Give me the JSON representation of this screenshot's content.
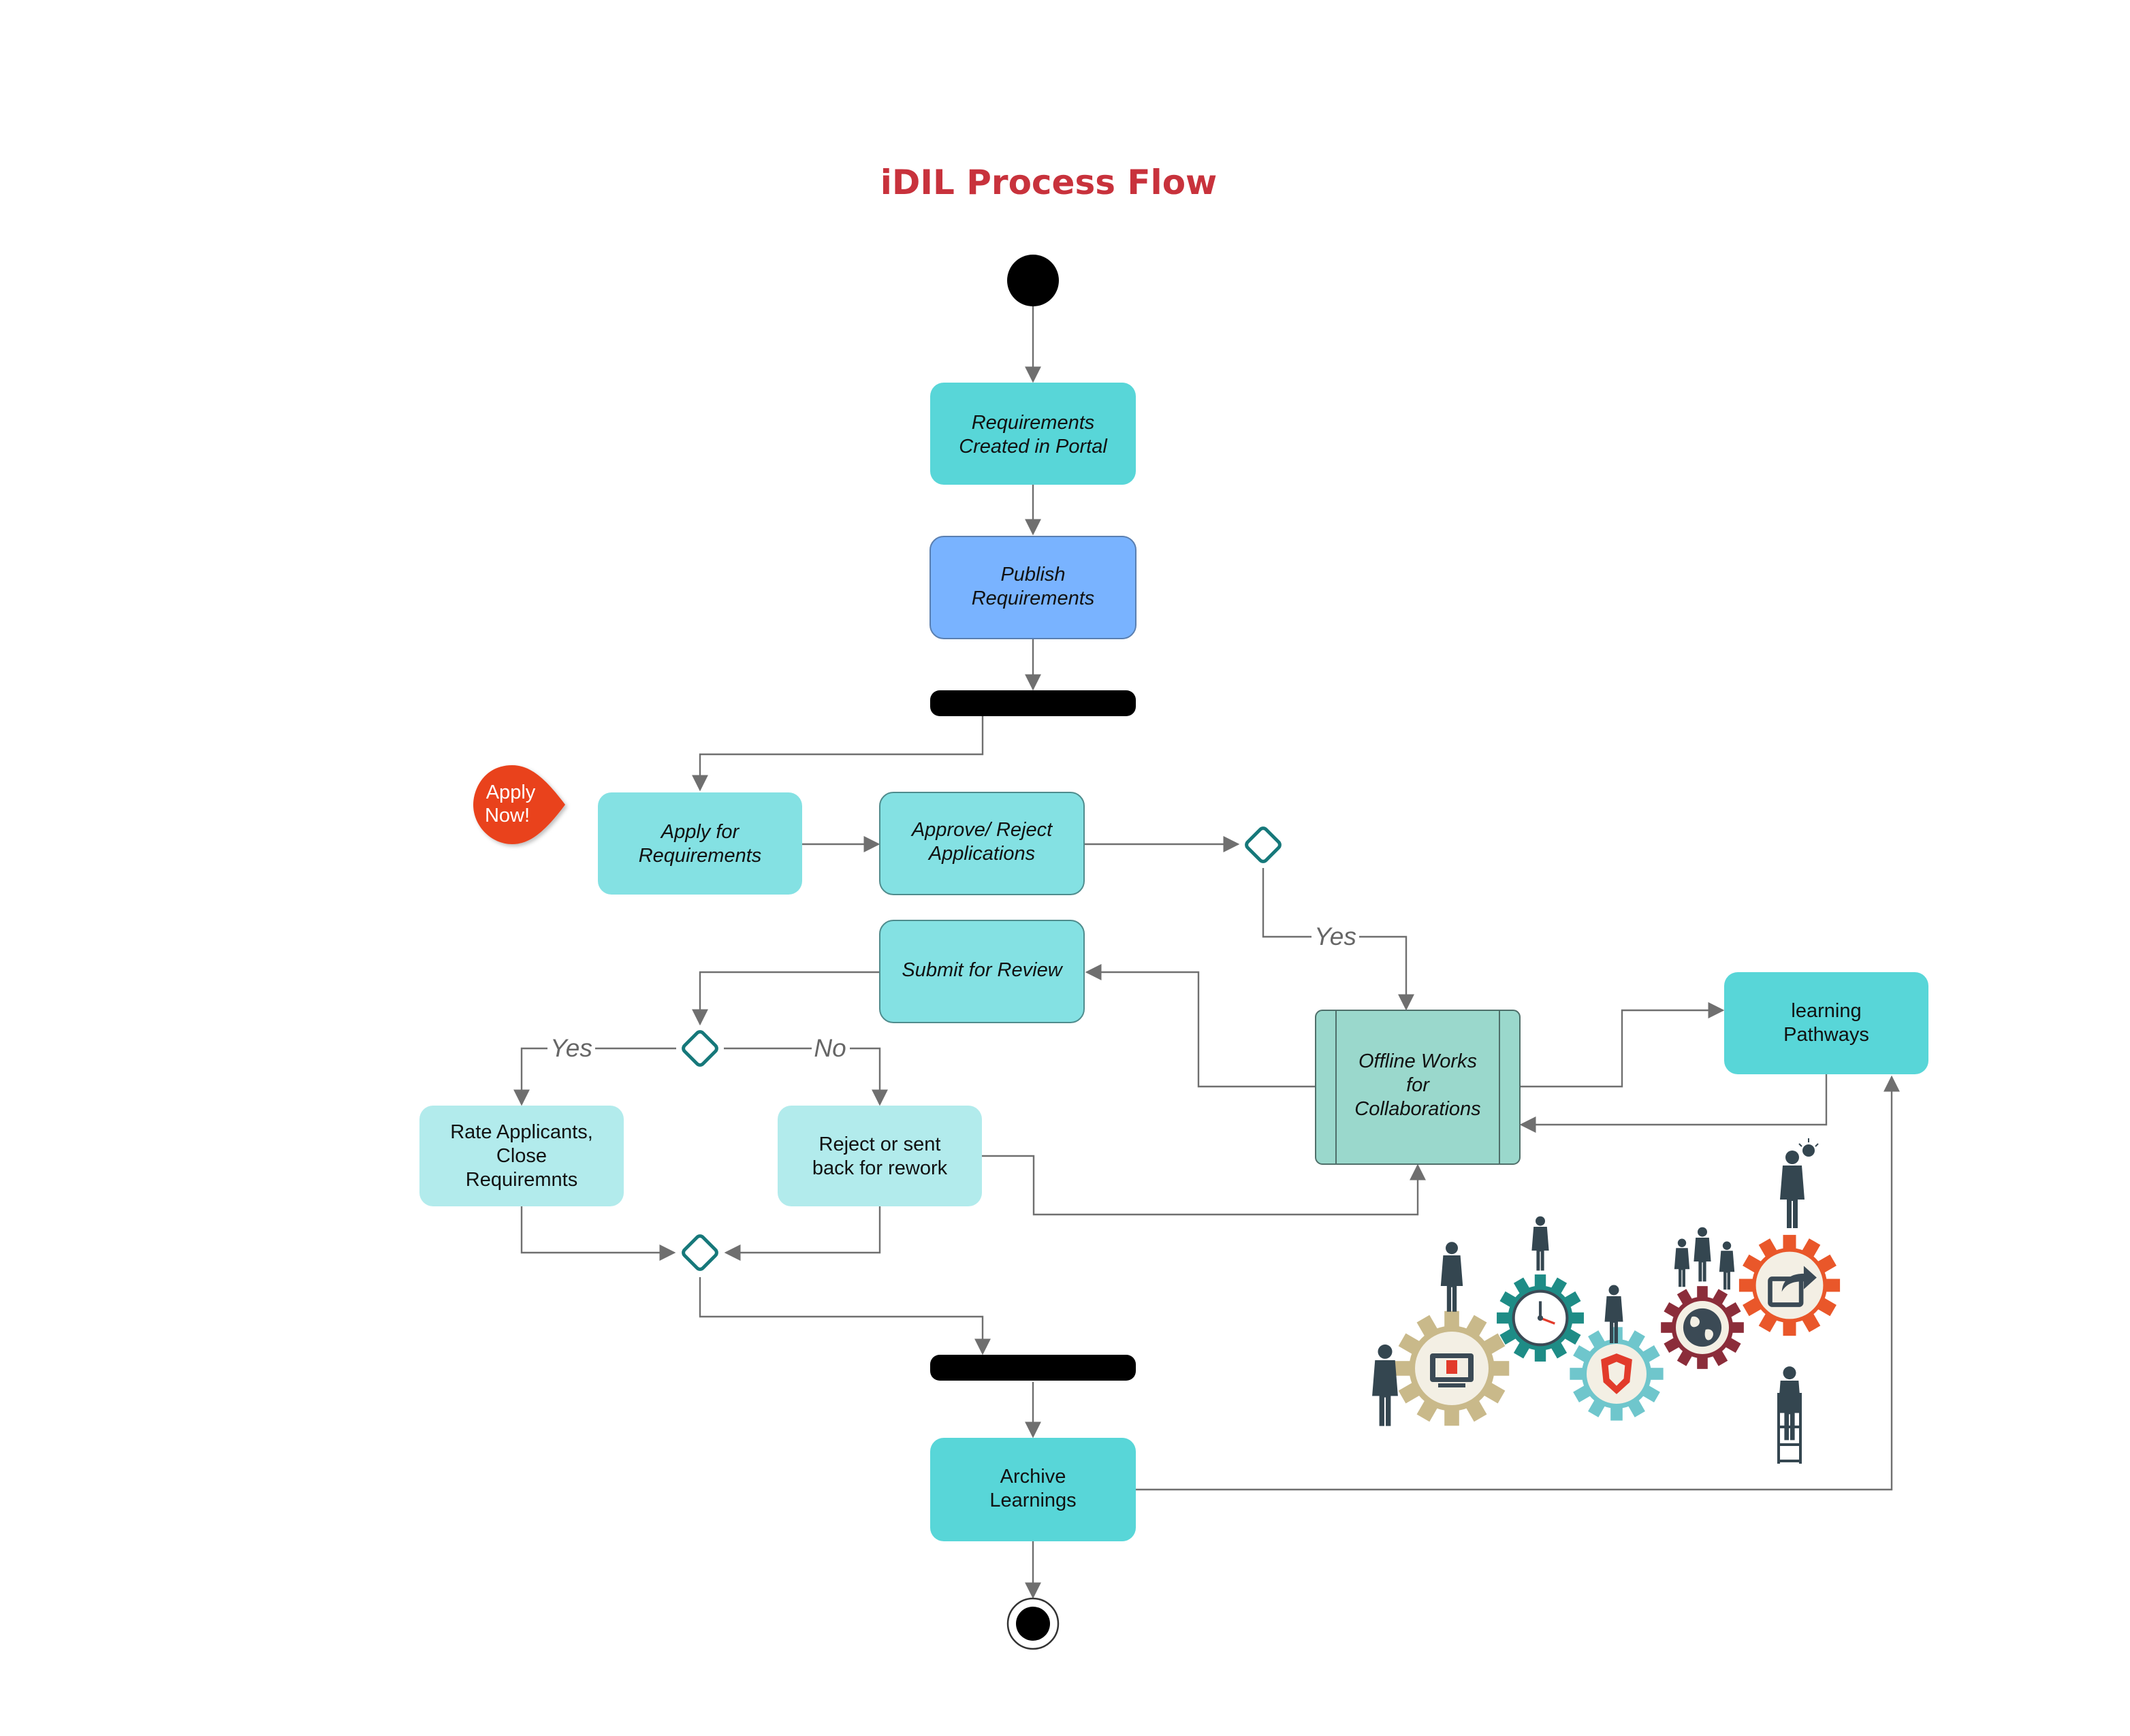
{
  "title": "iDIL Process Flow",
  "colors": {
    "title": "#c8323c",
    "node_teal": "#58d6d8",
    "node_teal_light": "#84e1e3",
    "node_pale": "#b2ebec",
    "node_blue": "#79b3ff",
    "node_sage": "#9ad8cc",
    "decision": "#16787a",
    "connector": "#6f6f6f",
    "badge": "#e9431d",
    "bar": "#000000"
  },
  "badge": {
    "line1": "Apply",
    "line2": "Now!",
    "icon": "apply-now-badge"
  },
  "nodes": {
    "requirements_created": [
      "Requirements",
      "Created in Portal"
    ],
    "publish": [
      "Publish",
      "Requirements"
    ],
    "apply": [
      "Apply for",
      "Requirements"
    ],
    "approve": [
      "Approve/ Reject",
      "Applications"
    ],
    "submit": [
      "Submit for Review"
    ],
    "offline": [
      "Offline Works",
      "for",
      "Collaborations"
    ],
    "learning": [
      "learning",
      "Pathways"
    ],
    "rate": [
      "Rate Applicants,",
      "Close",
      "Requiremnts"
    ],
    "reject": [
      "Reject or sent",
      "back for rework"
    ],
    "archive": [
      "Archive",
      "Learnings"
    ]
  },
  "edge_labels": {
    "approve_yes": "Yes",
    "review_yes": "Yes",
    "review_no": "No"
  },
  "illustration": {
    "description_icons": [
      "gear-monitor-icon",
      "gear-clock-icon",
      "gear-shield-icon",
      "gear-globe-icon",
      "gear-share-icon",
      "businessman-icon"
    ]
  }
}
